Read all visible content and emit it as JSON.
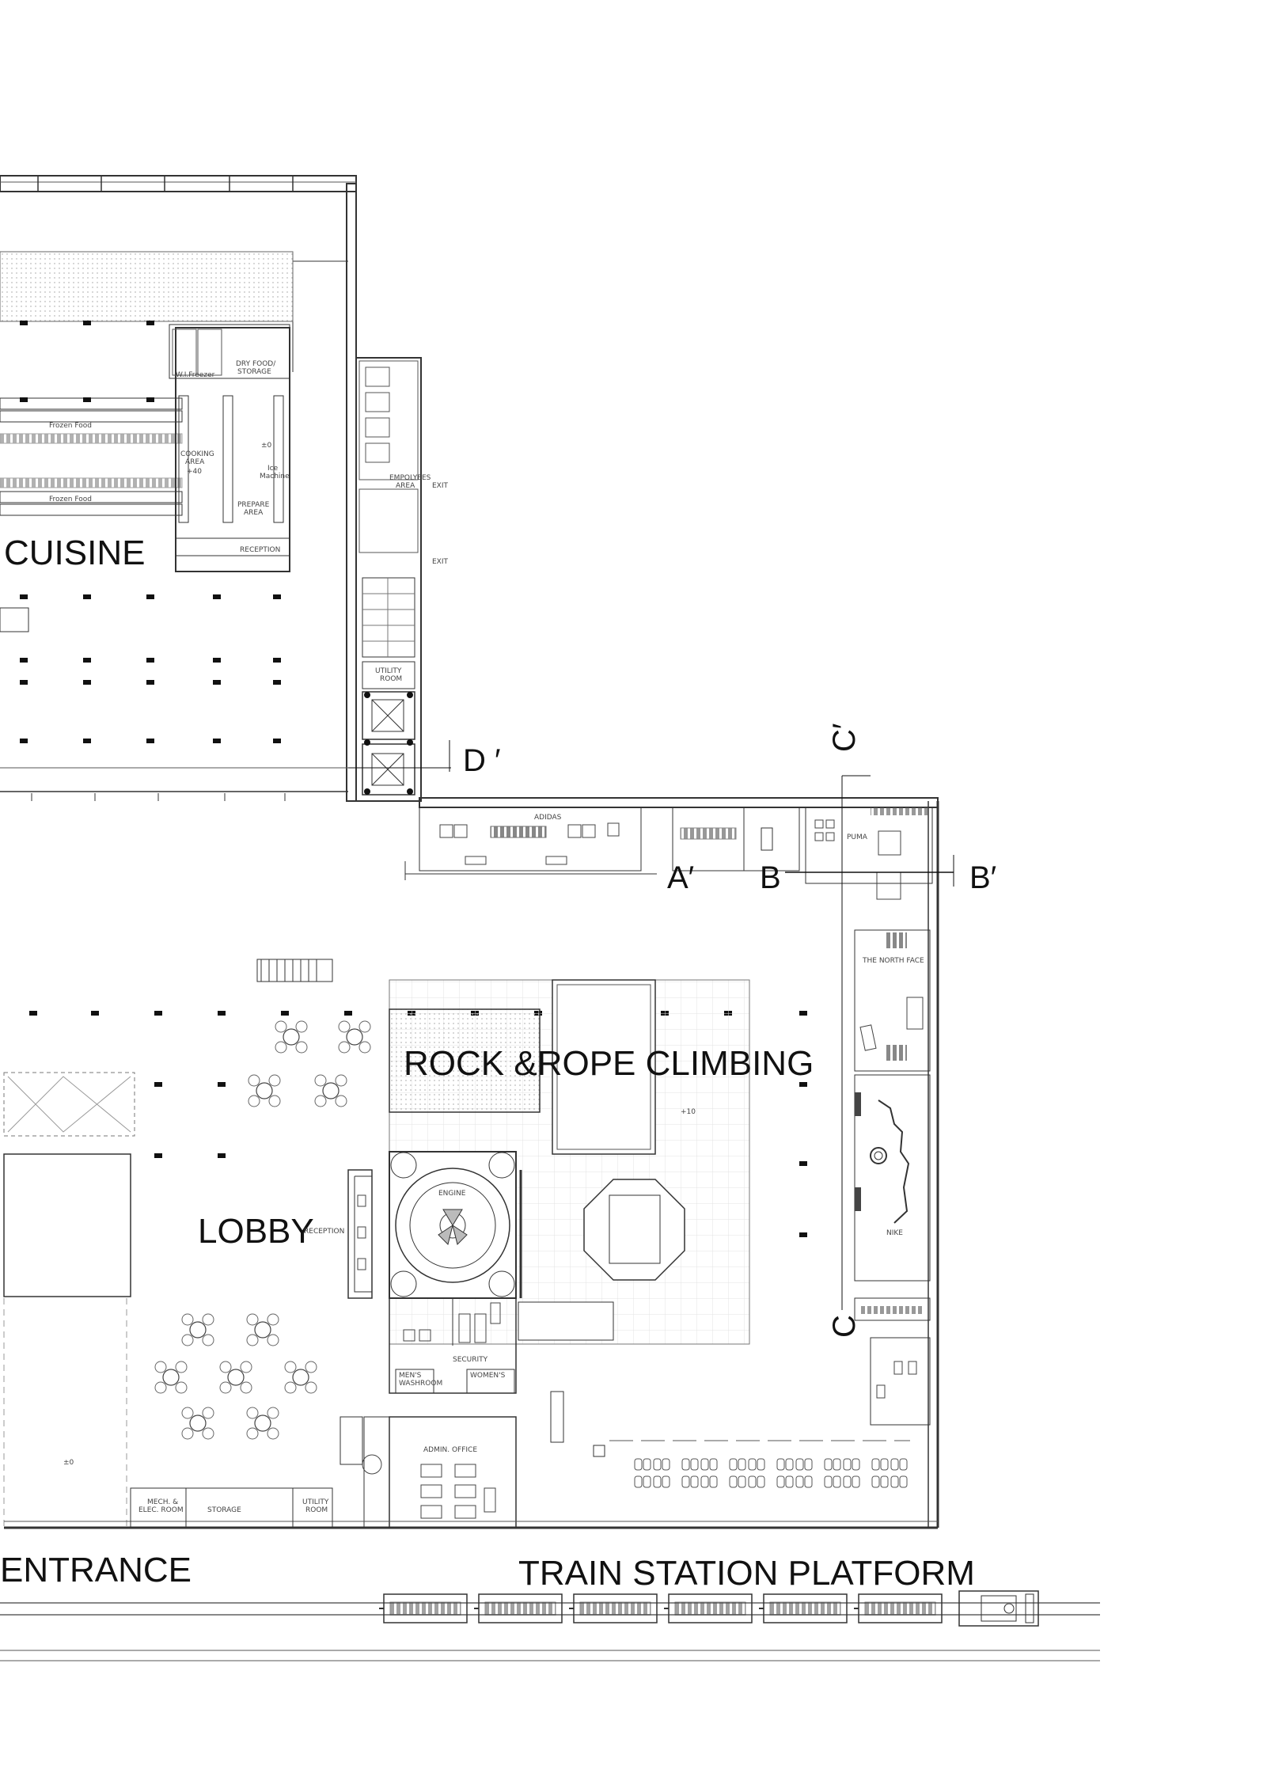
{
  "labels": {
    "cuisine": "CUISINE",
    "lobby": "LOBBY",
    "rock_rope": "ROCK &ROPE CLIMBING",
    "entrance": "ENTRANCE",
    "train_platform": "TRAIN STATION PLATFORM"
  },
  "section_marks": {
    "a_prime": "A′",
    "b": "B",
    "b_prime": "B′",
    "c": "C",
    "c_prime": "C′",
    "d_prime": "D ′"
  },
  "rooms": {
    "wifreezer": "W.I.Freezer",
    "dry_food": "DRY FOOD/",
    "storage_top": "STORAGE",
    "frozen_food_1": "Frozen Food",
    "frozen_food_2": "Frozen Food",
    "cooking_area": "COOKING",
    "cooking_area_2": "AREA",
    "ice_machine": "Ice",
    "ice_machine_2": "Machine",
    "prepare_area": "PREPARE",
    "prepare_area_2": "AREA",
    "reception_cuisine": "RECEPTION",
    "employees_area": "EMPOLYEES",
    "employees_area_2": "AREA",
    "exit_1": "EXIT",
    "exit_2": "EXIT",
    "utility_room_top": "UTILITY",
    "utility_room_top_2": "ROOM",
    "adidas": "ADIDAS",
    "puma": "PUMA",
    "north_face": "THE NORTH FACE",
    "nike": "NIKE",
    "engine": "ENGINE",
    "reception_lobby": "RECEPTION",
    "security": "SECURITY",
    "admin_office": "ADMIN. OFFICE",
    "mech_elec": "MECH. &",
    "mech_elec_2": "ELEC. ROOM",
    "storage_bottom": "STORAGE",
    "utility_room_bottom": "UTILITY",
    "utility_room_bottom_2": "ROOM",
    "mens_washroom": "MEN'S",
    "womens_washroom": "WOMEN'S",
    "washroom": "WASHROOM"
  },
  "elevations": {
    "cuisine_zero": "±0",
    "cooking_plus": "+40",
    "climb_plus": "+10",
    "lobby_zero": "±0"
  }
}
